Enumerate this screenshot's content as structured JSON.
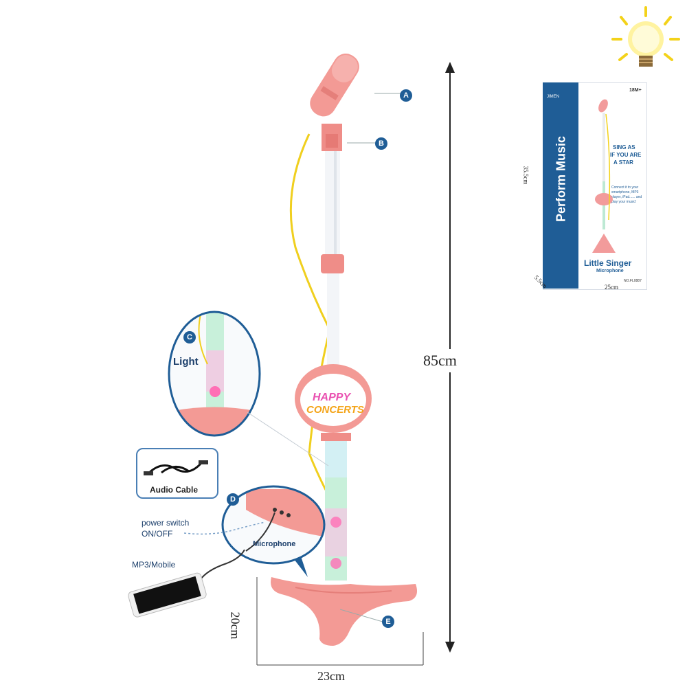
{
  "dimensions": {
    "height": "85cm",
    "base_height": "20cm",
    "base_width": "23cm"
  },
  "callouts": {
    "a": "A",
    "b": "B",
    "c": "C",
    "d": "D",
    "e": "E"
  },
  "labels": {
    "light": "Light",
    "audio_cable": "Audio Cable",
    "power_switch": "power switch",
    "on_off": "ON/OFF",
    "microphone": "Microphone",
    "mp3_mobile": "MP3/Mobile"
  },
  "sign": {
    "line1": "HAPPY",
    "line2": "CONCERTS"
  },
  "box": {
    "brand": "JIMEN",
    "age": "18M+",
    "side_title": "Perform Music",
    "product_name": "Little Singer",
    "product_sub": "Microphone",
    "tagline1": "SING AS",
    "tagline2": "IF YOU ARE",
    "tagline3": "A STAR",
    "connect_text": "Connect it to your smartphone, MP3 player, iPad...... and play your music!",
    "model": "NO.FL0887",
    "dim_h": "35.5cm",
    "dim_w": "25cm",
    "dim_d": "5.5cm"
  },
  "icons": [
    "bulb-icon",
    "phone-icon",
    "audio-cable-icon"
  ]
}
